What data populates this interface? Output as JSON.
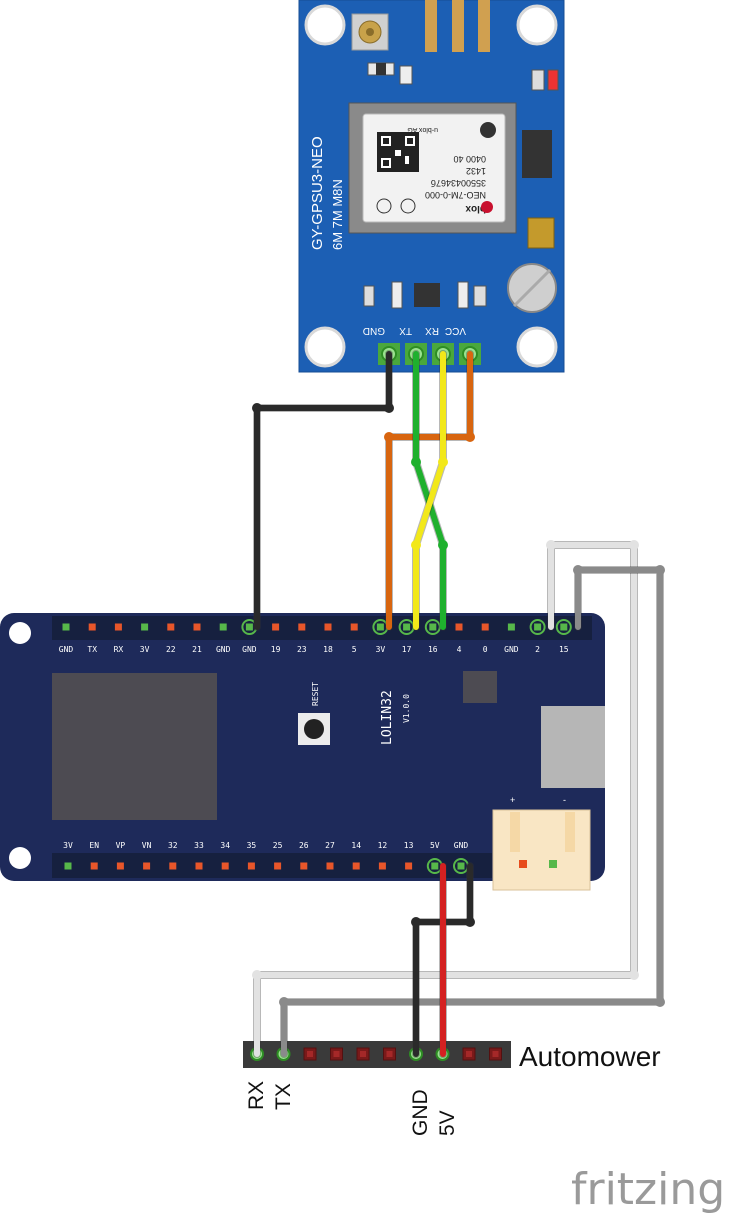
{
  "gps": {
    "board_vertical_label": "GY-GPSU3-NEO",
    "variant_label": "6M  7M  M8N",
    "chip_brand": "blox",
    "chip_line1": "u-blox AG",
    "chip_model": "NEO-7M-0-000",
    "chip_serial": "3550043467б",
    "chip_date": "1432",
    "chip_code": "0400  40",
    "pin_labels": [
      "GND",
      "TX",
      "RX",
      "VCC"
    ]
  },
  "esp": {
    "board_name": "LOLIN32",
    "version": "V1.0.0",
    "reset_label": "RESET",
    "top_pins": [
      "GND",
      "TX",
      "RX",
      "3V",
      "22",
      "21",
      "GND",
      "GND",
      "19",
      "23",
      "18",
      "5",
      "3V",
      "17",
      "16",
      "4",
      "0",
      "GND",
      "2",
      "15"
    ],
    "bottom_pins": [
      "3V",
      "EN",
      "VP",
      "VN",
      "32",
      "33",
      "34",
      "35",
      "25",
      "26",
      "27",
      "14",
      "12",
      "13",
      "5V",
      "GND"
    ],
    "battery_plus": "+",
    "battery_minus": "-"
  },
  "automower": {
    "label": "Automower",
    "pin_labels": [
      "RX",
      "TX",
      "GND",
      "5V"
    ]
  },
  "watermark": "fritzing",
  "colors": {
    "gps_board": "#1c5fb4",
    "esp_board": "#1e2a5a",
    "wire_black": "#2a2a2a",
    "wire_green": "#1fb02e",
    "wire_yellow": "#f2e81a",
    "wire_orange": "#d8650f",
    "wire_white": "#e2e2e2",
    "wire_gray": "#8a8a8a",
    "wire_red": "#d42121"
  }
}
